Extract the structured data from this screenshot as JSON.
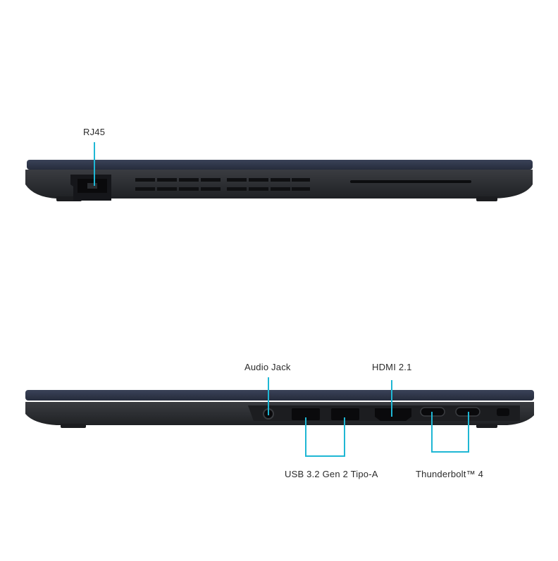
{
  "labels": {
    "rj45": "RJ45",
    "audio_jack": "Audio Jack",
    "hdmi": "HDMI 2.1",
    "usb": "USB 3.2 Gen 2 Tipo-A",
    "thunderbolt": "Thunderbolt™ 4"
  },
  "colors": {
    "accent": "#1fb7d4",
    "chassis_lid": "#2c3346",
    "chassis_body": "#2a2c30",
    "port": "#111214"
  },
  "icons": [
    "rj45-port-icon",
    "audio-jack-icon",
    "usb-a-port-icon",
    "hdmi-port-icon",
    "usb-c-port-icon",
    "lock-slot-icon",
    "vent-grille-icon"
  ]
}
